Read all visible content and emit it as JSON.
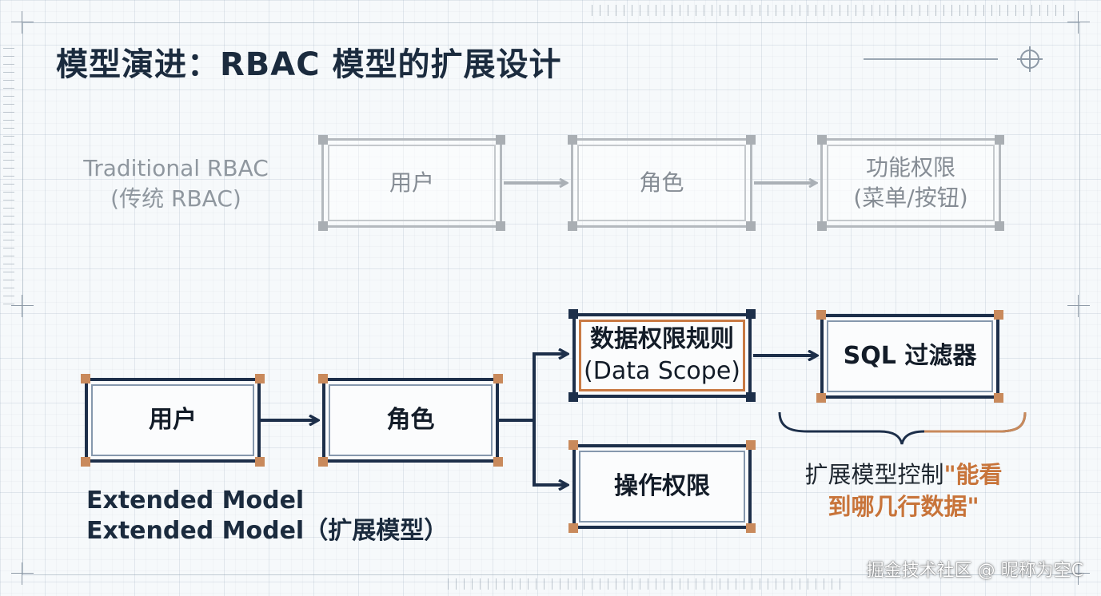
{
  "title": "模型演进：RBAC 模型的扩展设计",
  "traditional": {
    "label_en": "Traditional RBAC",
    "label_zh": "(传统 RBAC)",
    "user": "用户",
    "role": "角色",
    "perm_line1": "功能权限",
    "perm_line2": "(菜单/按钮)"
  },
  "extended": {
    "user": "用户",
    "role": "角色",
    "scope_line1": "数据权限规则",
    "scope_line2": "(Data Scope)",
    "sql_filter": "SQL 过滤器",
    "op_perm": "操作权限",
    "label_line1": "Extended Model",
    "label_line2": "Extended Model（扩展模型）"
  },
  "caption": {
    "prefix": "扩展模型控制",
    "highlight_1": "\"能看",
    "highlight_2": "到哪几行数据\""
  },
  "watermark": "掘金技术社区 @ 昵称为空C",
  "colors": {
    "navy": "#1d2f4a",
    "copper": "#c98a5c",
    "accent_text": "#c8743a",
    "muted_gray": "#b4b9be"
  }
}
